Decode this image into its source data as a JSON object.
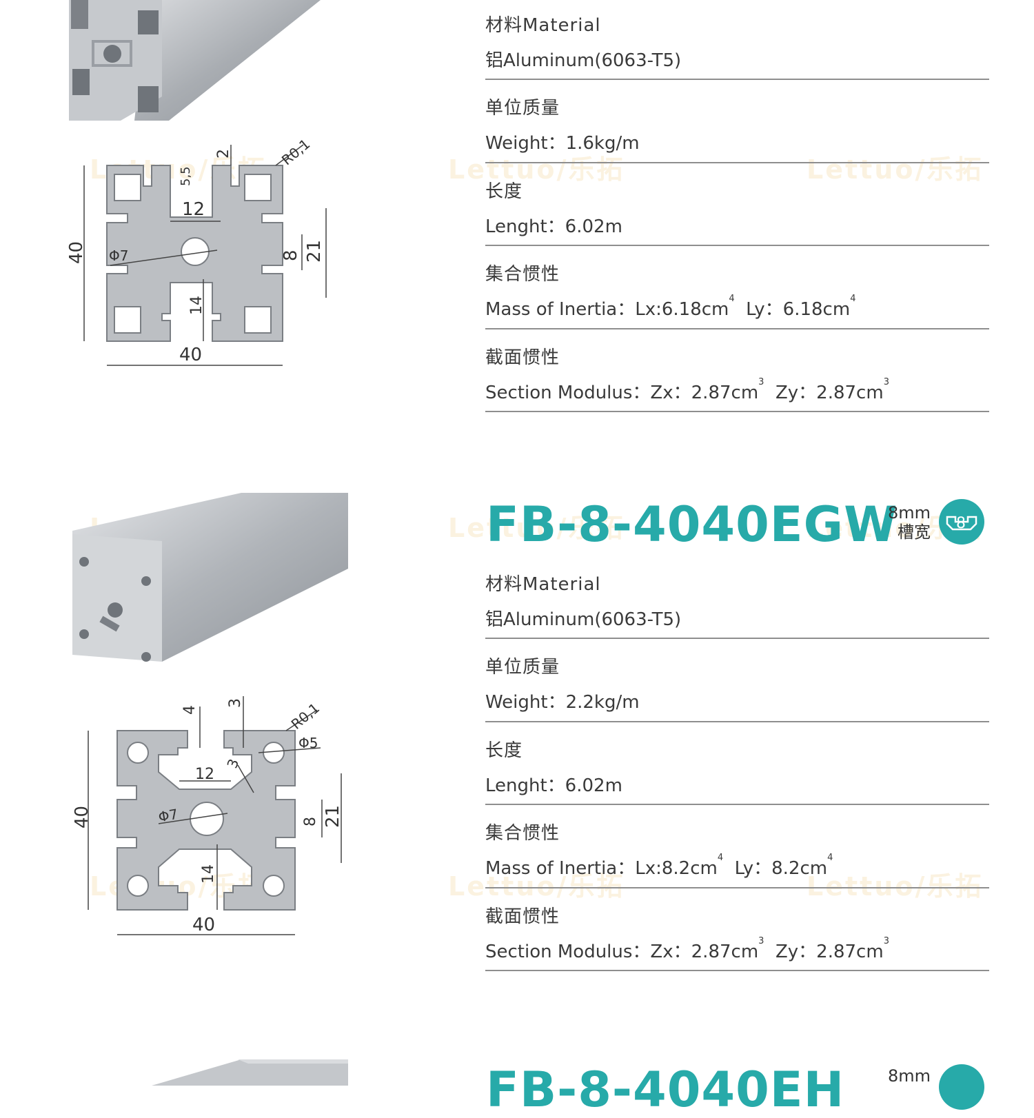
{
  "watermark": "Lettuo/乐拓",
  "accent_color": "#27aaa9",
  "section1": {
    "specs": [
      {
        "label": "材料Material",
        "value": "铝Aluminum(6063-T5)"
      },
      {
        "label": "单位质量",
        "value": "Weight：1.6kg/m"
      },
      {
        "label": "长度",
        "value": "Lenght：6.02m"
      },
      {
        "label": "集合惯性",
        "value_prefix": "Mass of Inertia：Lx:6.18cm",
        "sup1": "4",
        "value_mid": "  Ly：6.18cm",
        "sup2": "4"
      },
      {
        "label": "截面惯性",
        "value_prefix": "Section Modulus：Zx：2.87cm",
        "sup1": "3",
        "value_mid": "  Zy：2.87cm",
        "sup2": "3"
      }
    ],
    "dims": {
      "r": "R0,1",
      "top": "2",
      "slot_depth": "5,5",
      "center": "12",
      "height": "40",
      "hole": "Φ7",
      "slot": "8",
      "span": "21",
      "bottom": "14",
      "width": "40"
    }
  },
  "section2": {
    "model": "FB-8-4040EGW",
    "slot_size": "8mm",
    "slot_label": "槽宽",
    "slot_badge": "8",
    "specs": [
      {
        "label": "材料Material",
        "value": "铝Aluminum(6063-T5)"
      },
      {
        "label": "单位质量",
        "value": "Weight：2.2kg/m"
      },
      {
        "label": "长度",
        "value": "Lenght：6.02m"
      },
      {
        "label": "集合惯性",
        "value_prefix": "Mass of Inertia：Lx:8.2cm",
        "sup1": "4",
        "value_mid": "  Ly：8.2cm",
        "sup2": "4"
      },
      {
        "label": "截面惯性",
        "value_prefix": "Section Modulus：Zx：2.87cm",
        "sup1": "3",
        "value_mid": "  Zy：2.87cm",
        "sup2": "3"
      }
    ],
    "dims": {
      "r": "R0,1",
      "top_left": "4",
      "top_right": "3",
      "hole_small": "Φ5",
      "inner": "3",
      "center": "12",
      "height": "40",
      "hole": "Φ7",
      "slot": "8",
      "span": "21",
      "bottom": "14",
      "width": "40"
    }
  },
  "section3": {
    "model_partial": "FB-8-4040EH",
    "slot_size": "8mm"
  }
}
